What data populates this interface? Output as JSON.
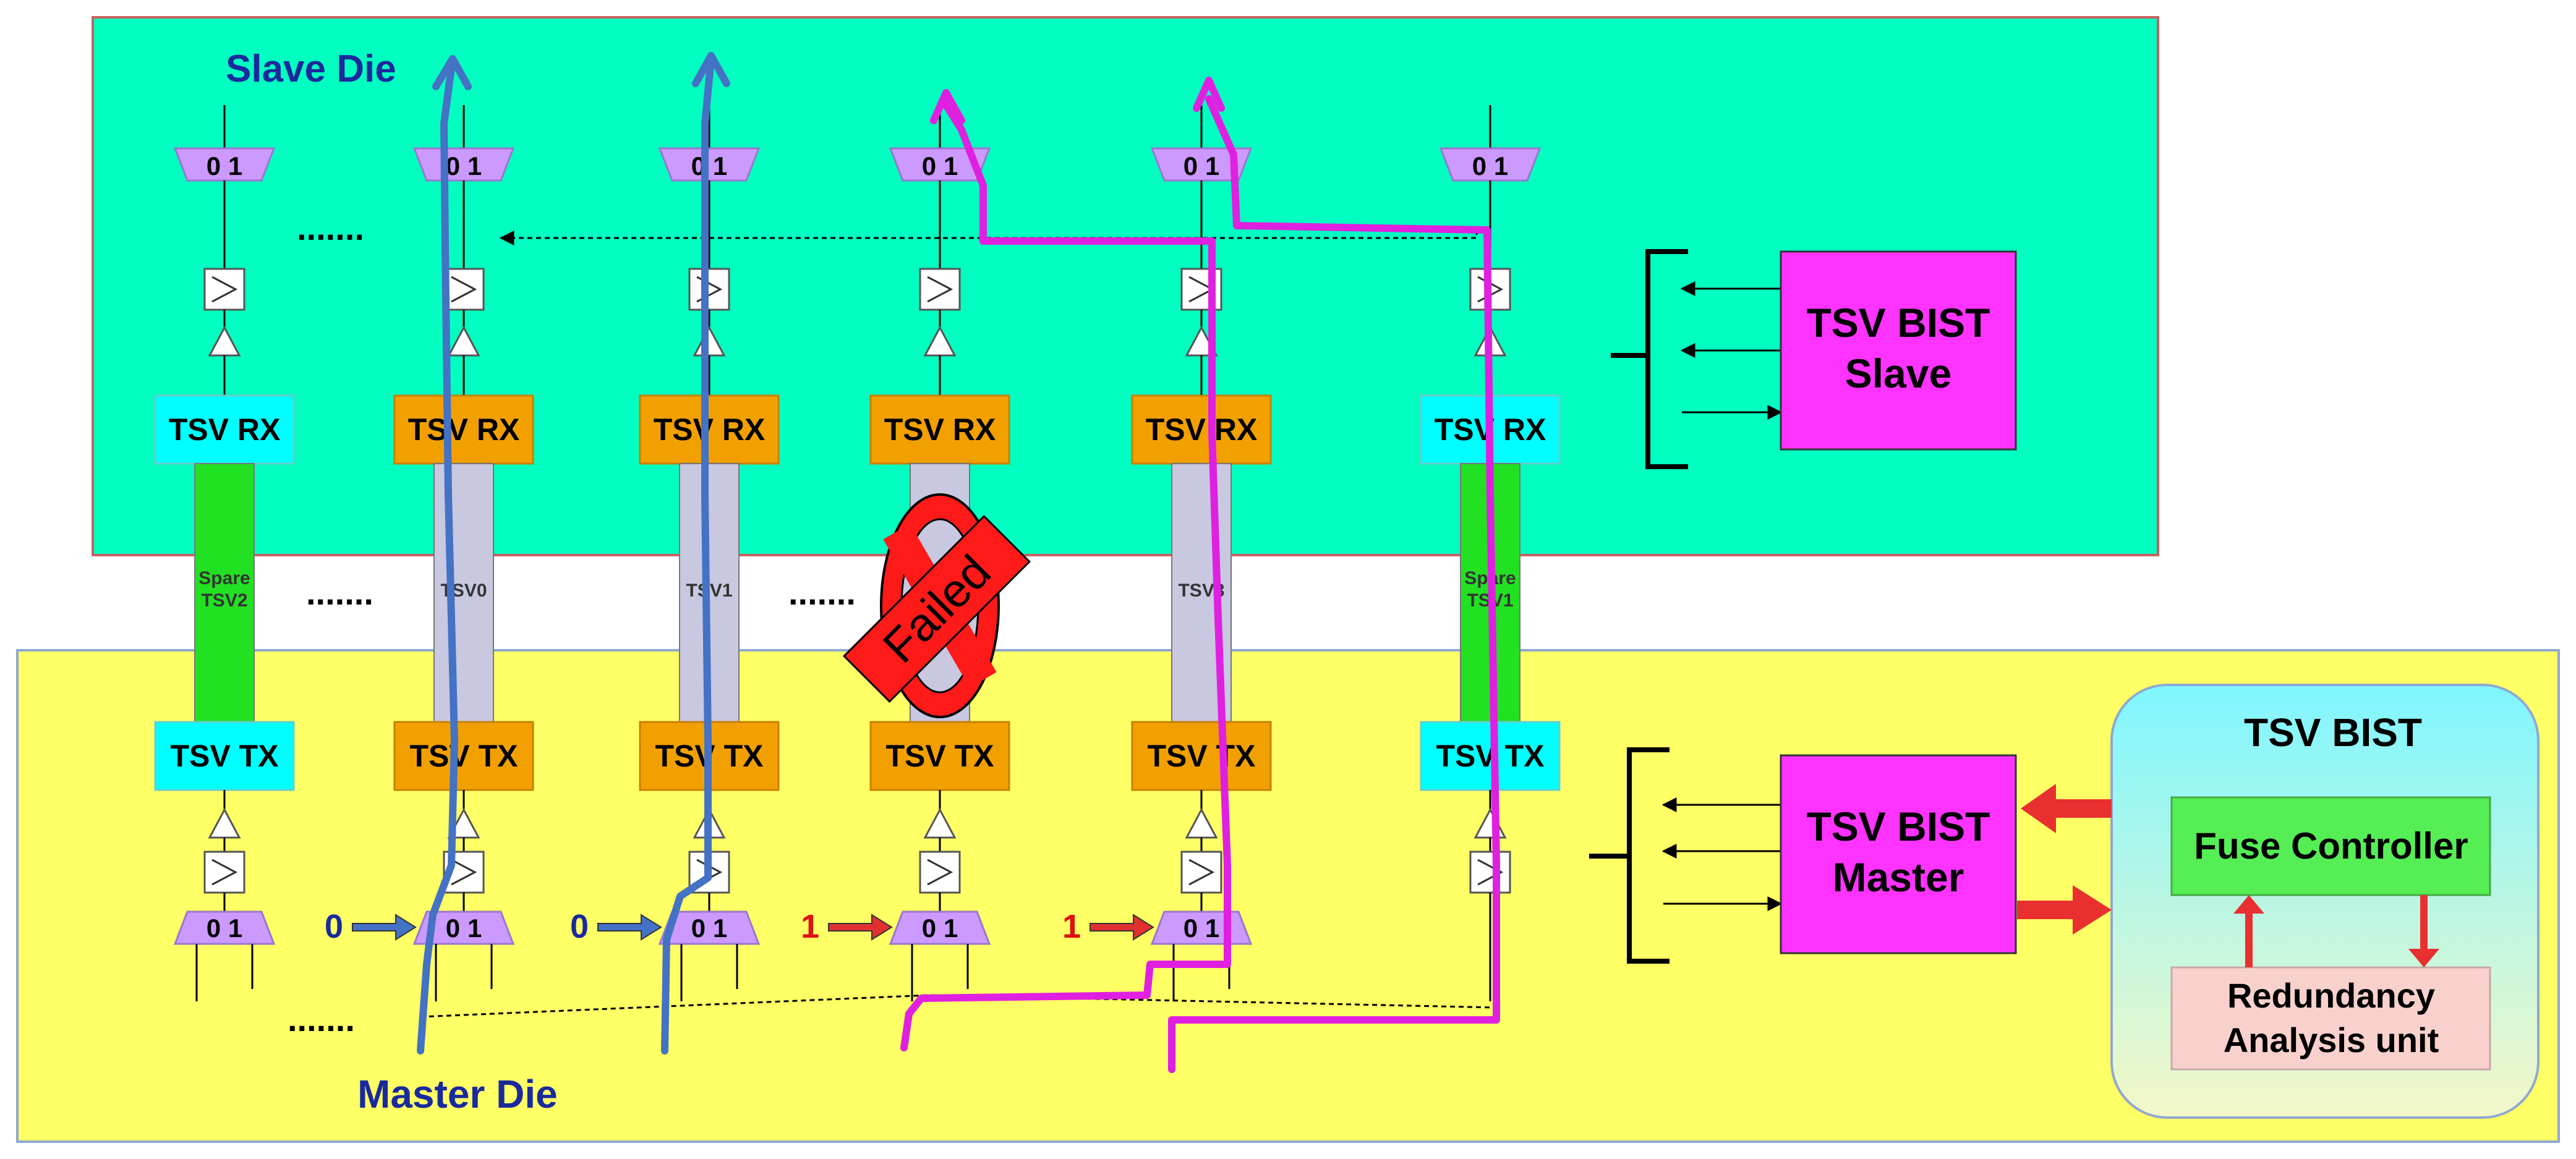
{
  "title_slave": "Slave Die",
  "title_master": "Master Die",
  "colors": {
    "slave_bg": "#00FFC0",
    "master_bg": "#FFFF66",
    "orange": "#F2A000",
    "cyan": "#00FFFF",
    "tsv_gray": "#C8C8E0",
    "spare_green": "#22E022",
    "mux_purple": "#CC99FF",
    "bist_magenta": "#FF33FF",
    "fuse_green": "#55EE55",
    "redundancy_pink": "#F8D0CC",
    "blue_path": "#4472C4",
    "magenta_path": "#E020E0",
    "red": "#FF0000"
  },
  "columns": [
    {
      "id": "spare2",
      "rx": "TSV RX",
      "tx": "TSV TX",
      "tsv": "Spare\nTSV2",
      "kind": "spare",
      "sel": ""
    },
    {
      "id": "tsv0",
      "rx": "TSV RX",
      "tx": "TSV TX",
      "tsv": "TSV0",
      "kind": "normal",
      "sel": "0"
    },
    {
      "id": "tsv1",
      "rx": "TSV RX",
      "tx": "TSV TX",
      "tsv": "TSV1",
      "kind": "normal",
      "sel": "0"
    },
    {
      "id": "tsv2",
      "rx": "TSV RX",
      "tx": "TSV TX",
      "tsv": "",
      "kind": "failed",
      "sel": "1"
    },
    {
      "id": "tsv3",
      "rx": "TSV RX",
      "tx": "TSV TX",
      "tsv": "TSV3",
      "kind": "normal",
      "sel": "1"
    },
    {
      "id": "spare1",
      "rx": "TSV RX",
      "tx": "TSV TX",
      "tsv": "Spare\nTSV1",
      "kind": "spare",
      "sel": ""
    }
  ],
  "mux_label": "0  1",
  "ellipsis": ".......",
  "failed_label": "Failed",
  "bist_slave": "TSV BIST\nSlave",
  "bist_master": "TSV BIST\nMaster",
  "bist_panel_title": "TSV BIST",
  "fuse_controller": "Fuse Controller",
  "redundancy_unit": "Redundancy\nAnalysis unit"
}
